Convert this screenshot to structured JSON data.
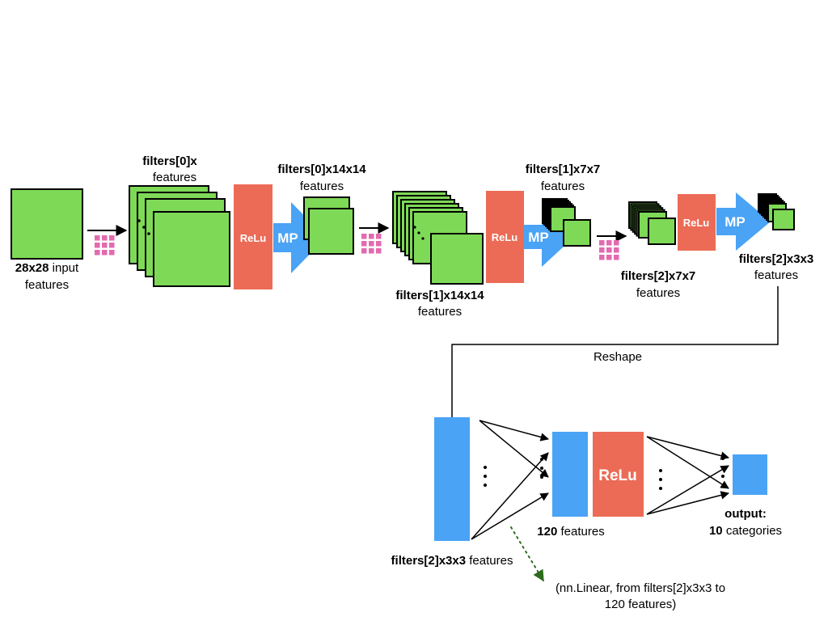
{
  "colors": {
    "feature_map": "#7ed957",
    "relu": "#ec6b56",
    "maxpool": "#4aa3f5",
    "kernel": "#e36ab0",
    "annotation_arrow": "#2e6b1e",
    "line": "#000000"
  },
  "conv_stage": {
    "input": {
      "bold": "28x28",
      "rest": " input",
      "line2": "features"
    },
    "conv1": {
      "bold": "filters[0]x",
      "line2": "features"
    },
    "pool1": {
      "bold": "filters[0]x14x14",
      "line2": "features"
    },
    "conv2": {
      "bold": "filters[1]x14x14",
      "line2": "features"
    },
    "pool2": {
      "bold": "filters[1]x7x7",
      "line2": "features"
    },
    "conv3": {
      "bold": "filters[2]x7x7",
      "line2": "features"
    },
    "pool3": {
      "bold": "filters[2]x3x3",
      "line2": "features"
    },
    "relu_label": "ReLu",
    "mp_label": "MP"
  },
  "reshape_label": "Reshape",
  "fc_stage": {
    "input": {
      "bold": "filters[2]x3x3",
      "rest": " features"
    },
    "hidden": {
      "bold": "120",
      "rest": " features"
    },
    "relu_label": "ReLu",
    "output": {
      "line1": "output:",
      "bold": "10",
      "rest": " categories"
    },
    "annotation": {
      "line1": "(nn.Linear, from filters[2]x3x3 to",
      "line2": "120 features)"
    }
  }
}
